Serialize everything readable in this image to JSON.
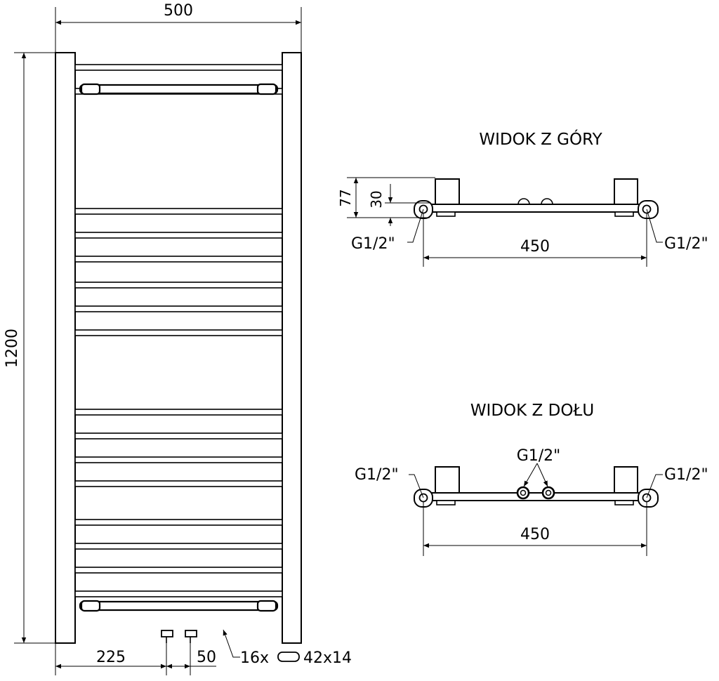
{
  "front_view": {
    "dim_width": "500",
    "dim_height": "1200",
    "dim_offset": "225",
    "dim_spacing": "50",
    "bar_count": "16x",
    "bar_size": "42x14",
    "bar_quantity": 16
  },
  "top_view": {
    "title": "WIDOK Z GÓRY",
    "dim_depth": "77",
    "dim_offset": "30",
    "dim_axis": "450",
    "thread_left": "G1/2\"",
    "thread_right": "G1/2\""
  },
  "bottom_view": {
    "title": "WIDOK Z DOŁU",
    "dim_axis": "450",
    "thread_left": "G1/2\"",
    "thread_right": "G1/2\"",
    "thread_center": "G1/2\""
  }
}
